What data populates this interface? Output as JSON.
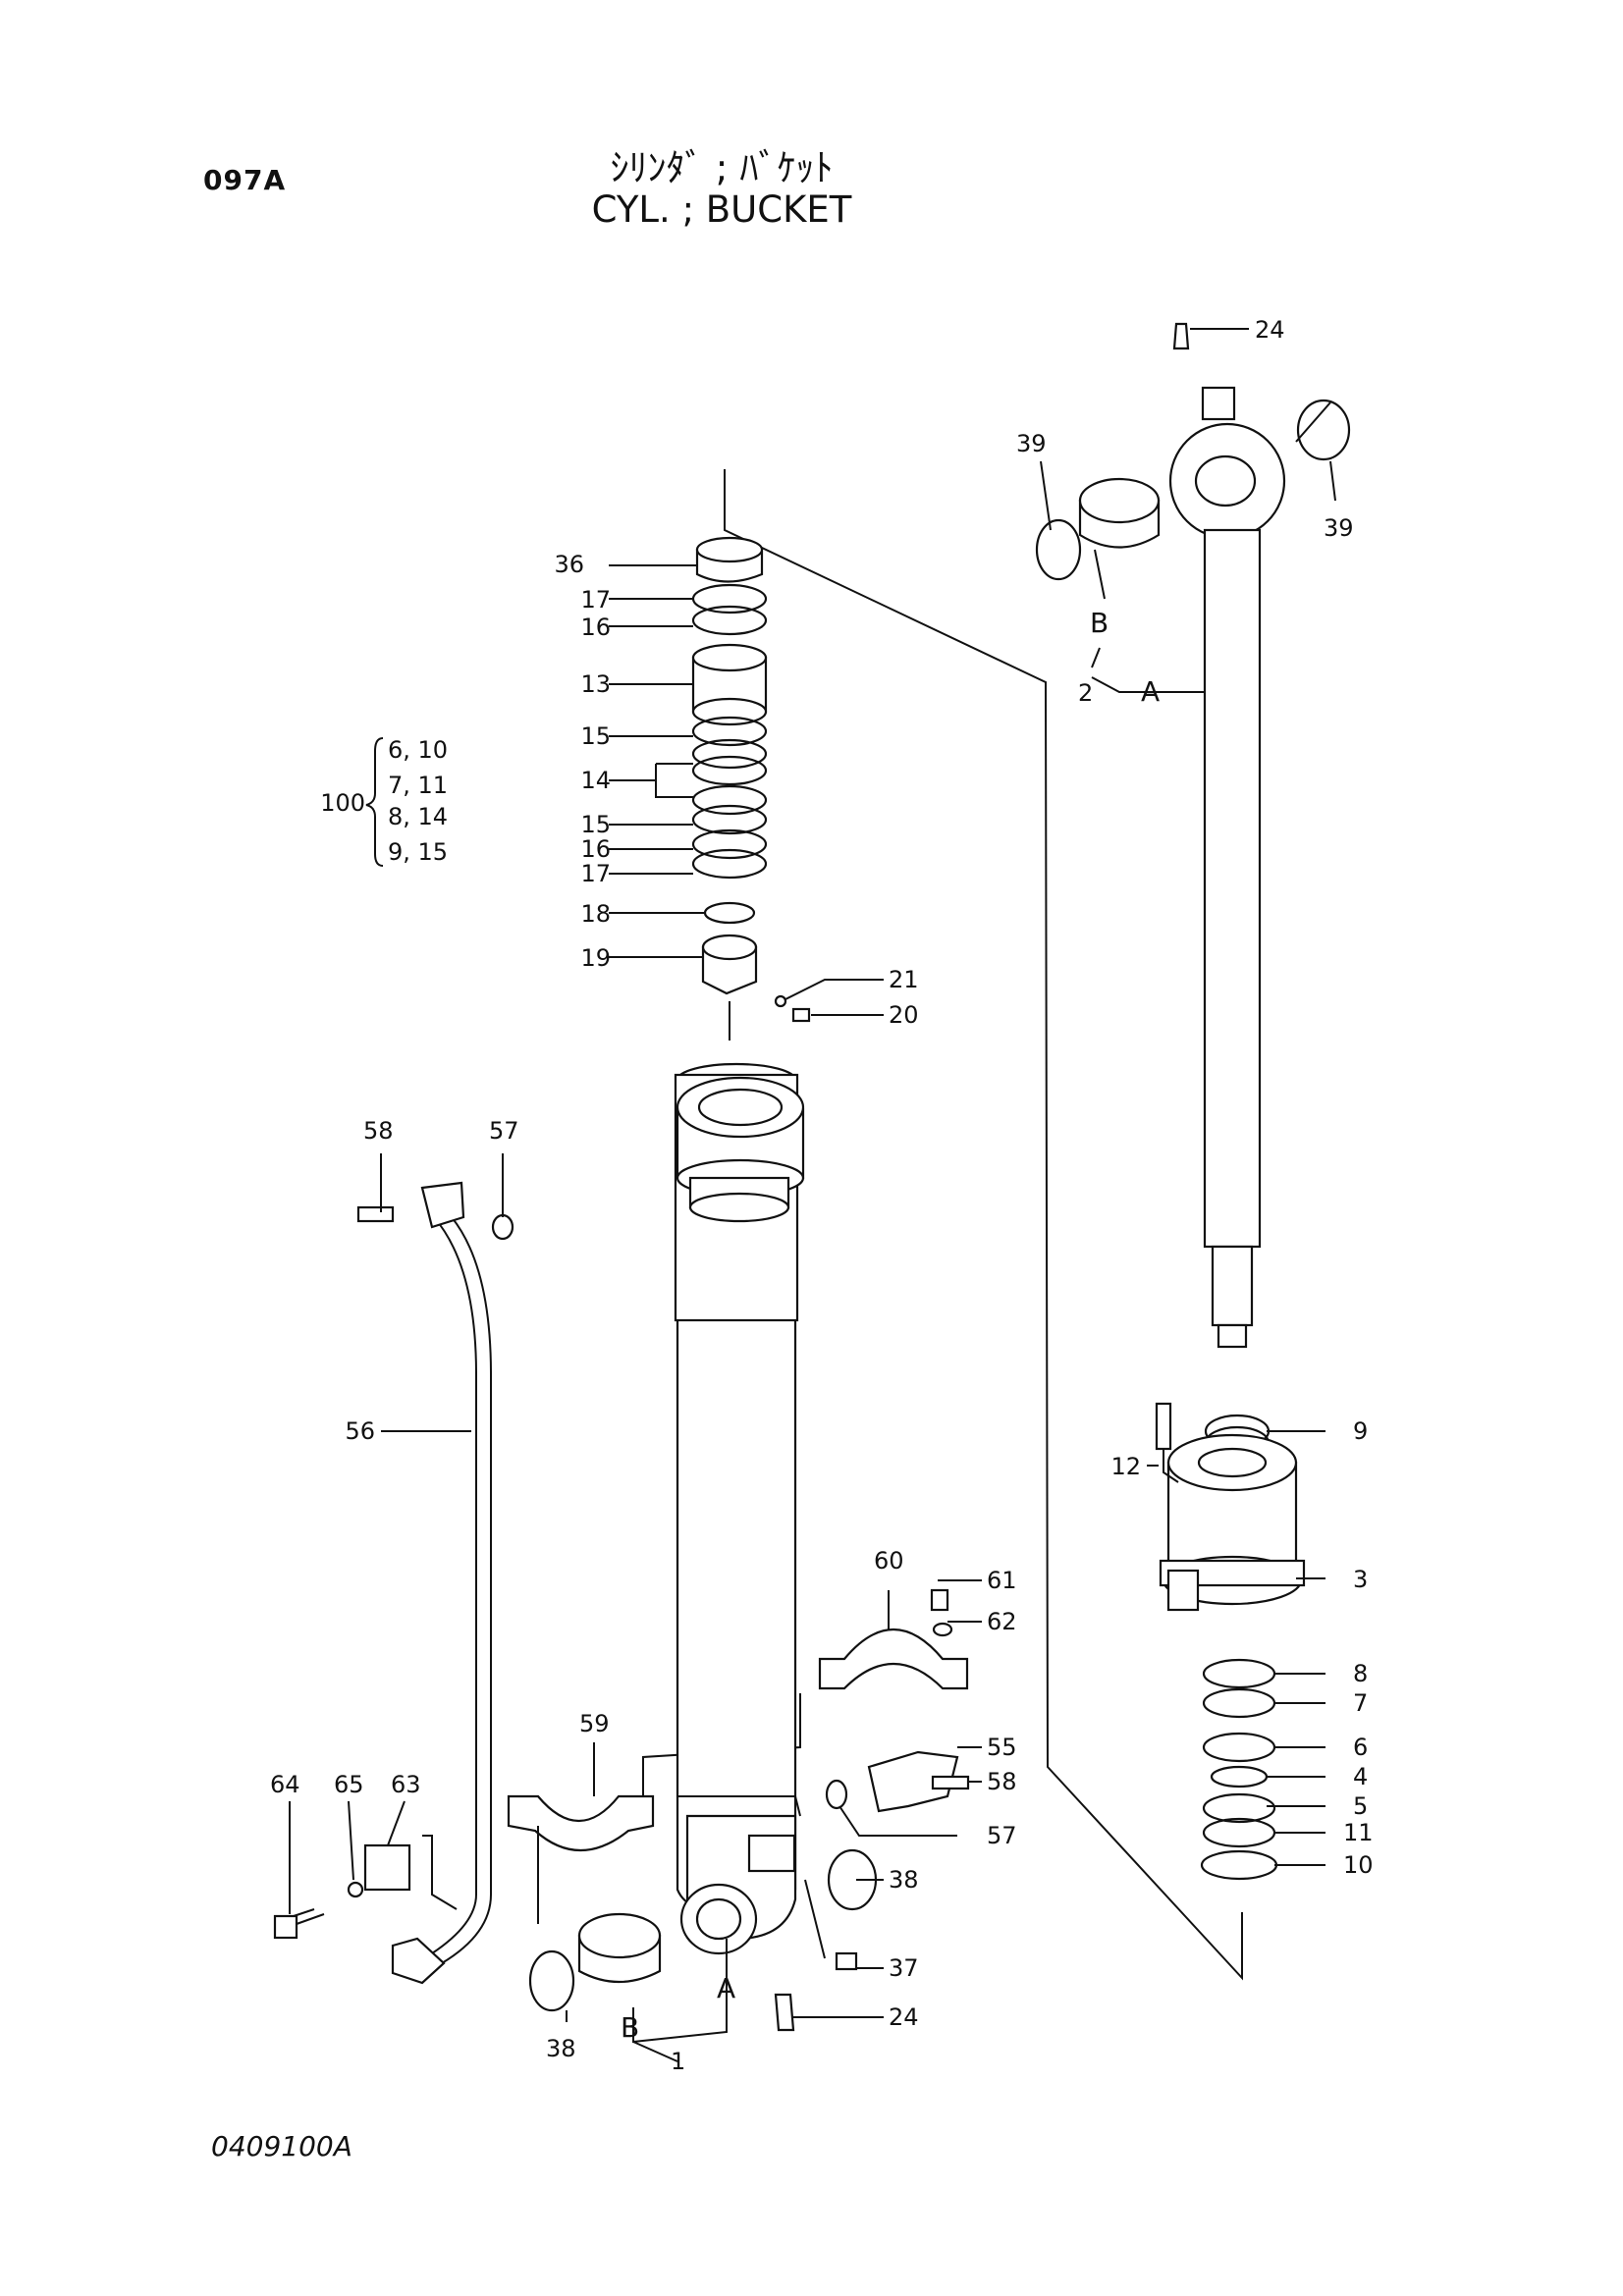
{
  "header": {
    "page_code": "097A",
    "title_jp": "ｼﾘﾝﾀﾞ ; ﾊﾞｹｯﾄ",
    "title_en": "CYL. ; BUCKET"
  },
  "footer": {
    "drawing_number": "0409100A"
  },
  "kit": {
    "number": "100",
    "lines": [
      "6, 10",
      "7, 11",
      "8, 14",
      "9, 15"
    ]
  },
  "callouts": {
    "c1": "1",
    "c2": "2",
    "c3": "3",
    "c4": "4",
    "c5": "5",
    "c6": "6",
    "c7": "7",
    "c8": "8",
    "c9": "9",
    "c10": "10",
    "c11": "11",
    "c12": "12",
    "c13": "13",
    "c14": "14",
    "c15a": "15",
    "c15b": "15",
    "c16a": "16",
    "c16b": "16",
    "c17a": "17",
    "c17b": "17",
    "c18": "18",
    "c19": "19",
    "c20": "20",
    "c21": "21",
    "c24a": "24",
    "c24b": "24",
    "c36": "36",
    "c37": "37",
    "c38a": "38",
    "c38b": "38",
    "c39a": "39",
    "c39b": "39",
    "c55": "55",
    "c56": "56",
    "c57a": "57",
    "c57b": "57",
    "c58a": "58",
    "c58b": "58",
    "c59": "59",
    "c60": "60",
    "c61": "61",
    "c62": "62",
    "c63": "63",
    "c64": "64",
    "c65": "65",
    "lblA1": "A",
    "lblB1": "B",
    "lblA2": "A",
    "lblB2": "B"
  }
}
